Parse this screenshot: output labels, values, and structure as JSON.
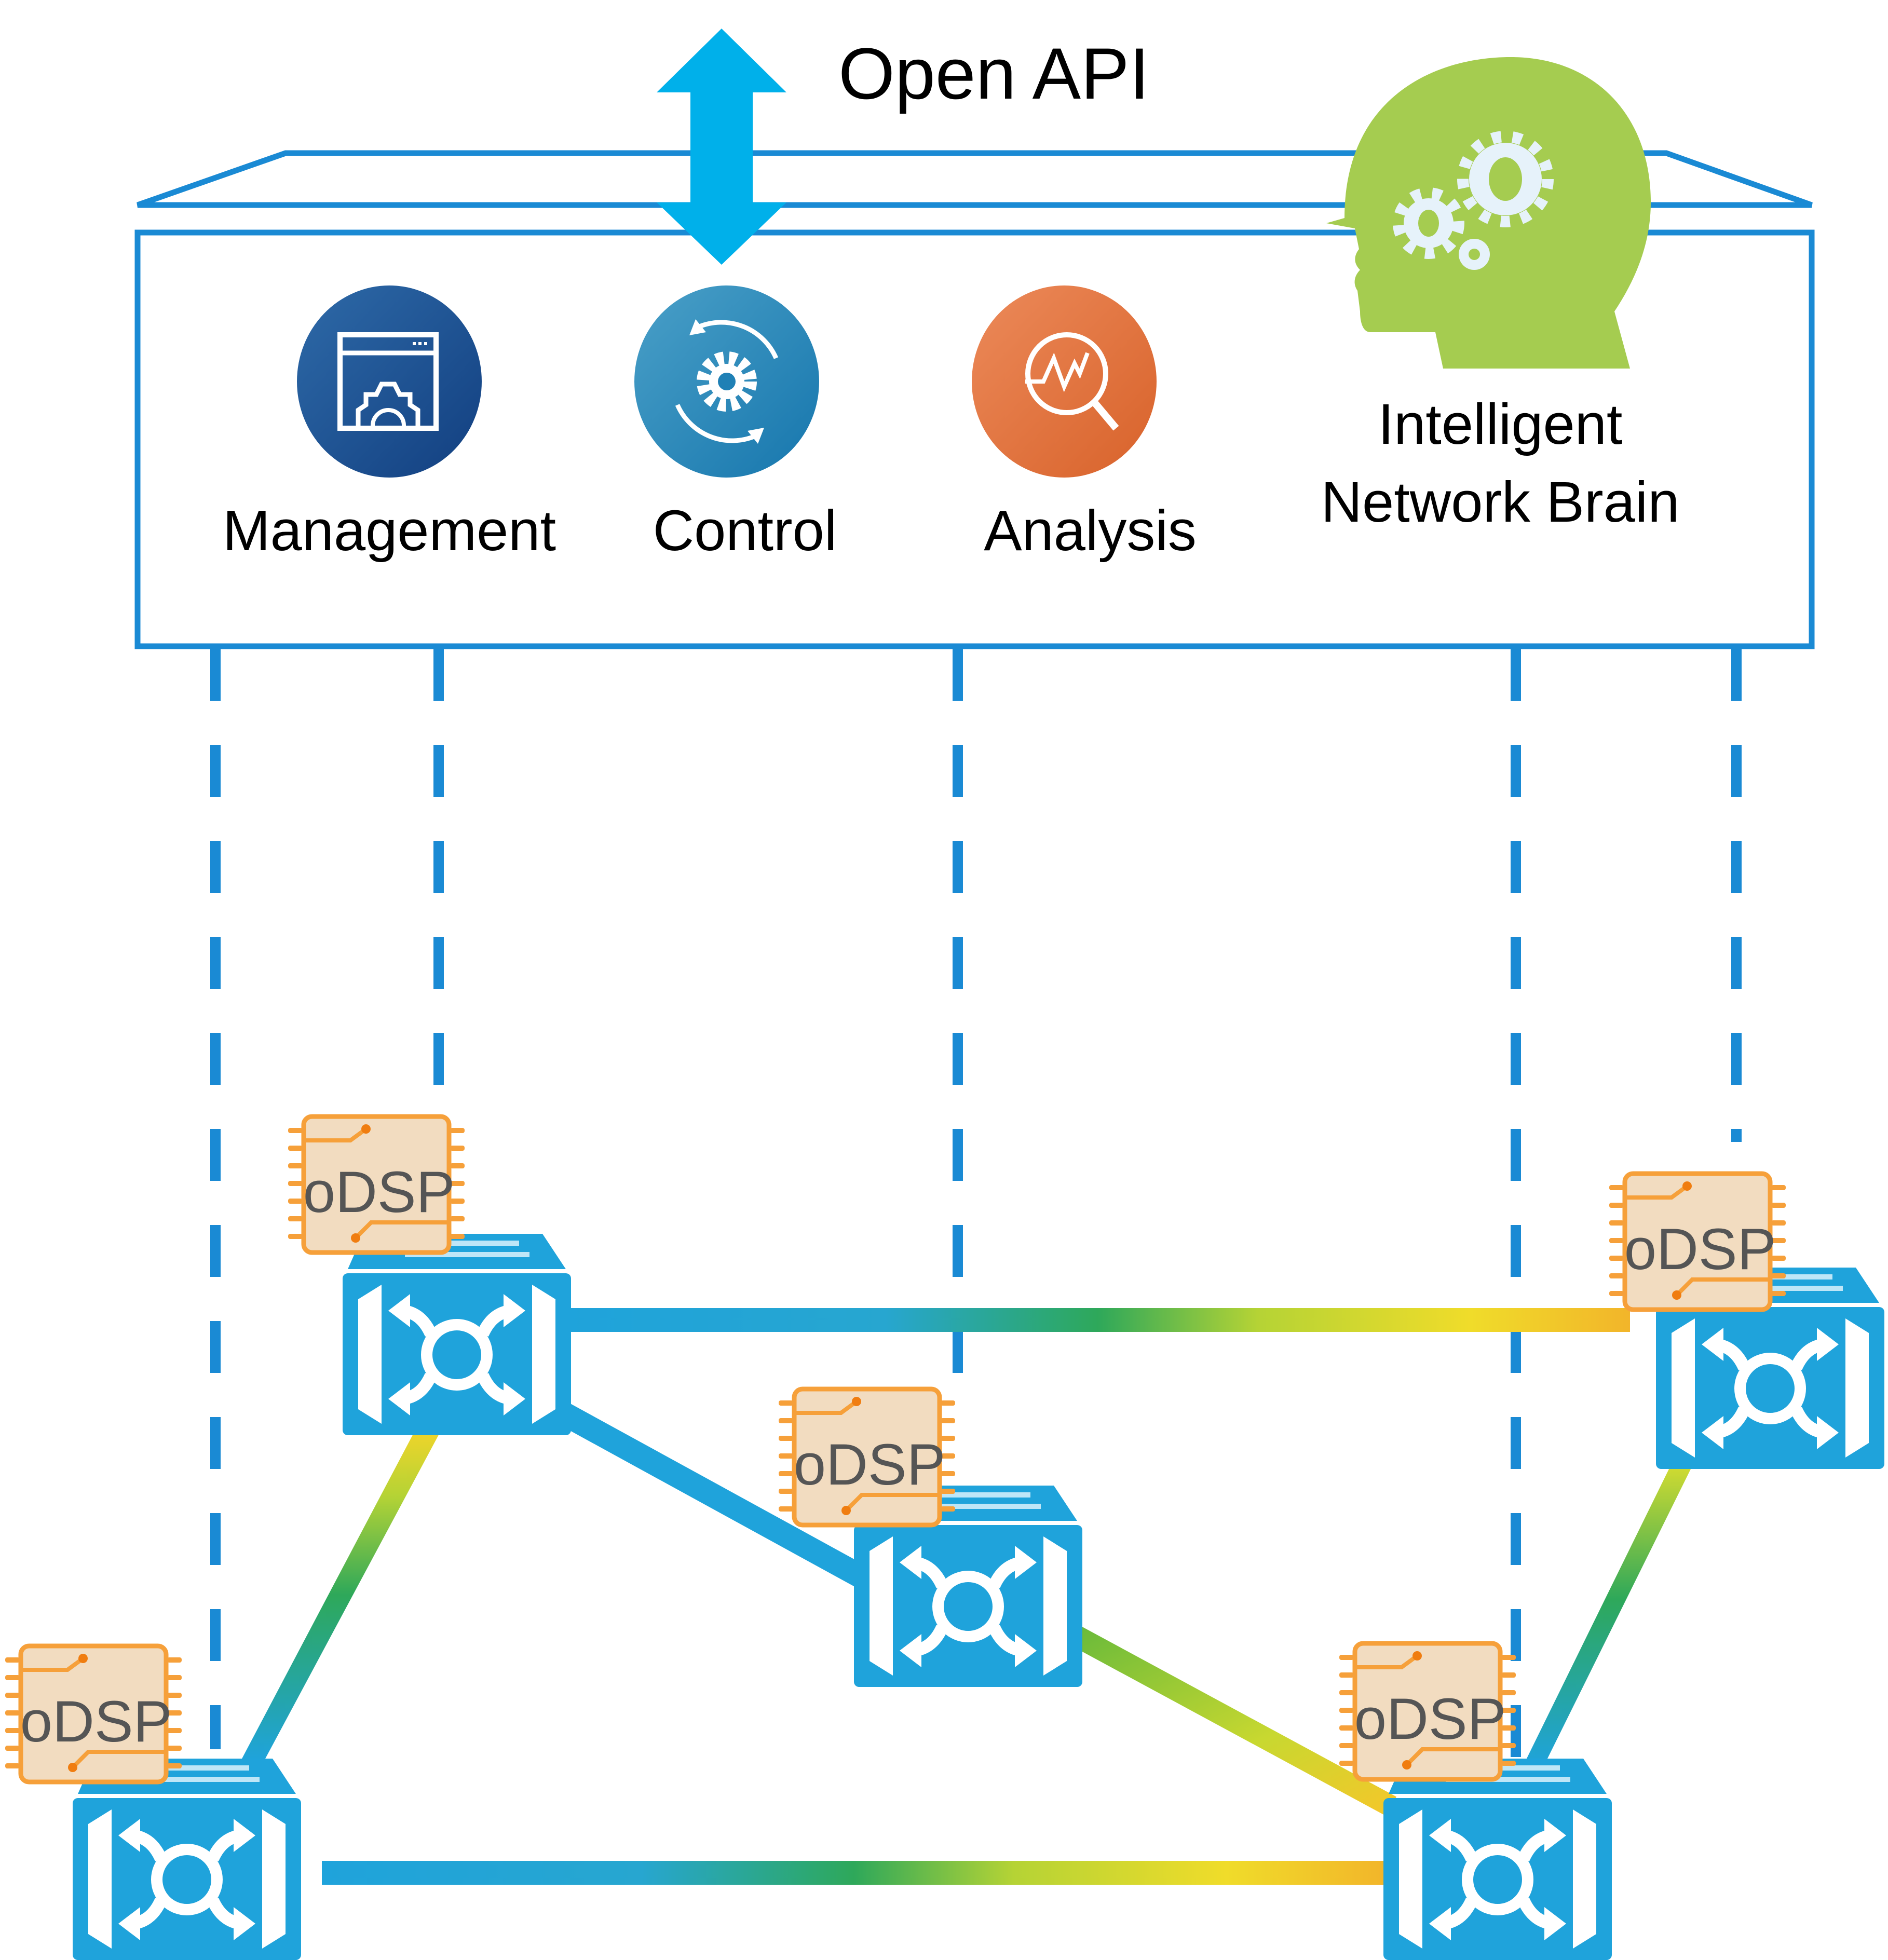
{
  "header": {
    "api_label": "Open API"
  },
  "platform": {
    "modules": [
      {
        "id": "management",
        "label": "Management",
        "icon": "management-window-gear-icon",
        "color": "#1d4f8f"
      },
      {
        "id": "control",
        "label": "Control",
        "icon": "control-cycle-gear-icon",
        "color": "#2a87b8"
      },
      {
        "id": "analysis",
        "label": "Analysis",
        "icon": "analysis-magnifier-chart-icon",
        "color": "#e0703a"
      }
    ],
    "brain": {
      "label_line1": "Intelligent",
      "label_line2": "Network Brain",
      "icon": "head-with-gears-icon",
      "color": "#a5cc50"
    }
  },
  "network": {
    "chip_label": "oDSP",
    "node_count": 5,
    "nodes": [
      {
        "id": "node-1",
        "chip_label": "oDSP"
      },
      {
        "id": "node-2",
        "chip_label": "oDSP"
      },
      {
        "id": "node-3",
        "chip_label": "oDSP"
      },
      {
        "id": "node-4",
        "chip_label": "oDSP"
      },
      {
        "id": "node-5",
        "chip_label": "oDSP"
      }
    ],
    "links": [
      {
        "from": "node-1",
        "to": "node-3"
      },
      {
        "from": "node-1",
        "to": "node-2"
      },
      {
        "from": "node-1",
        "to": "node-4"
      },
      {
        "from": "node-2",
        "to": "node-5"
      },
      {
        "from": "node-4",
        "to": "node-5"
      },
      {
        "from": "node-3",
        "to": "node-5"
      }
    ]
  },
  "colors": {
    "frame_blue": "#1a8ad4",
    "arrow_blue": "#00b0ea",
    "switch_blue": "#1fa3db",
    "chip_fill": "#f2dcc0",
    "chip_stroke": "#f6a03a",
    "chip_text": "#555555",
    "gradient_stops": [
      "#1fa3db",
      "#2ea85a",
      "#b5d335",
      "#f0dc2a",
      "#f2b52a"
    ]
  }
}
